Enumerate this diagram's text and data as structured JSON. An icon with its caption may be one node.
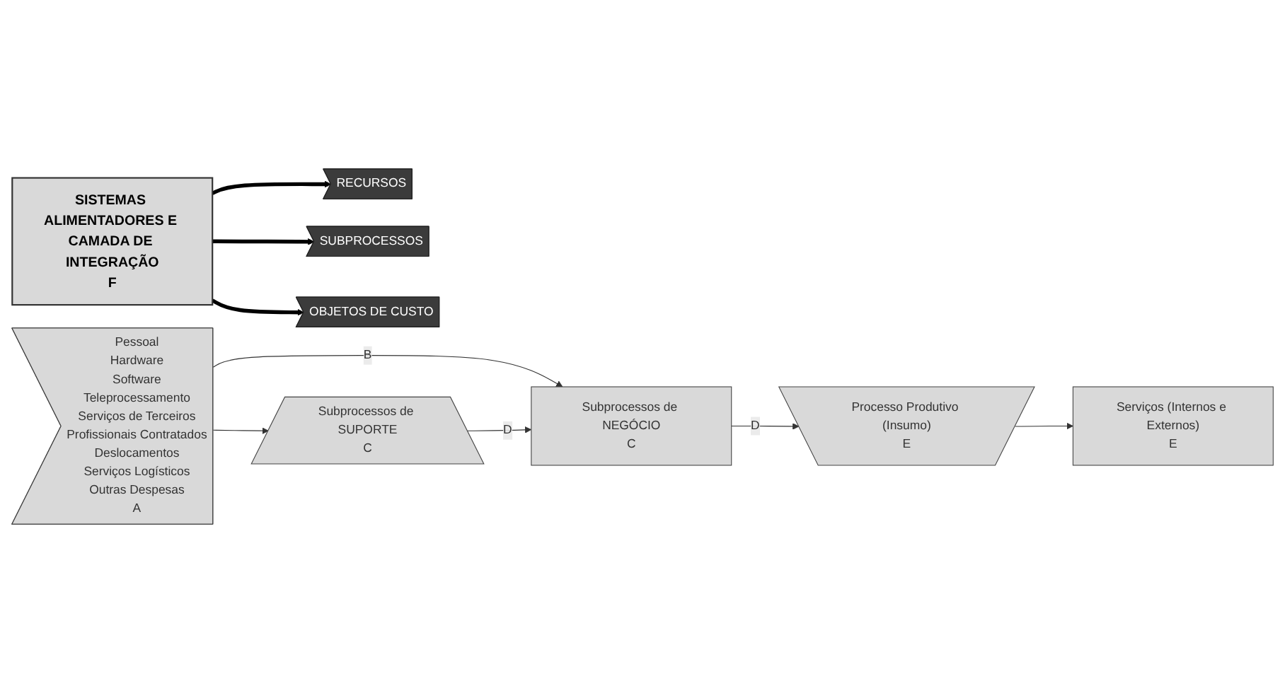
{
  "diagram": {
    "nodes": [
      {
        "text": [
          "SISTEMAS ALIMENTADORES E CAMADA DE INTEGRAÇÃO",
          "F"
        ]
      },
      {
        "text": [
          "RECURSOS"
        ]
      },
      {
        "text": [
          "SUBPROCESSOS"
        ]
      },
      {
        "text": [
          "OBJETOS DE CUSTO"
        ]
      },
      {
        "text": [
          "Pessoal",
          "Hardware",
          "Software",
          "Teleprocessamento",
          "Serviços de Terceiros",
          "Profissionais Contratados",
          "Deslocamentos",
          "Serviços Logísticos",
          "Outras Despesas",
          "A"
        ]
      },
      {
        "text": [
          "Subprocessos de NEGÓCIO",
          "C"
        ]
      },
      {
        "text": [
          "Subprocessos de SUPORTE",
          "C"
        ]
      },
      {
        "text": [
          "Processo Produtivo (Insumo)",
          "E"
        ]
      },
      {
        "text": [
          "Serviços (Internos e Externos)",
          "E"
        ]
      }
    ],
    "edges": [
      {
        "from": 0,
        "to": 1,
        "arrow": "to",
        "style": "thick"
      },
      {
        "from": 0,
        "to": 2,
        "arrow": "to",
        "style": "thick"
      },
      {
        "from": 0,
        "to": 3,
        "arrow": "to",
        "style": "thick"
      },
      {
        "from": 4,
        "to": 5,
        "arrow": "to",
        "label": "B"
      },
      {
        "from": 4,
        "to": 6,
        "arrow": "to"
      },
      {
        "from": 6,
        "to": 5,
        "arrow": "to",
        "label": "D"
      },
      {
        "from": 5,
        "to": 7,
        "arrow": "to",
        "label": "D"
      },
      {
        "from": 7,
        "to": 8,
        "arrow": "to"
      }
    ]
  }
}
